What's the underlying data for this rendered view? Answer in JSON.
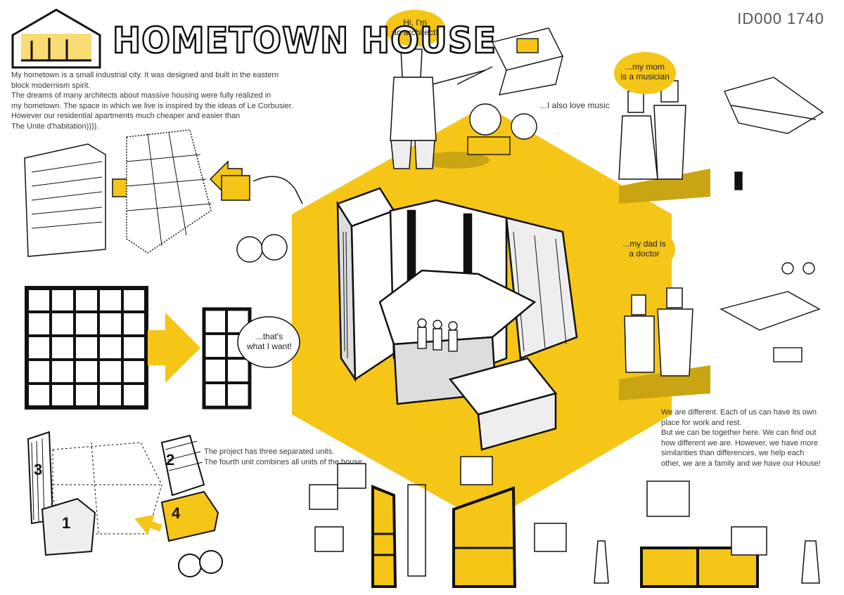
{
  "header": {
    "title": "HOMETOWN HOUSE",
    "id": "ID000  1740"
  },
  "intro": {
    "lines": [
      "My hometown is a small industrial city. It was designed and built in the eastern",
      "block modernism spirit.",
      "The dreams of many architects about massive housing were fully realized in",
      "my hometown. The space in which we live is inspired by the ideas of Le Corbusier.",
      "However our residential apartments much cheaper and easier than",
      "The Unite d'habitation))))."
    ]
  },
  "bubbles": {
    "architect": [
      "Hi, I'm",
      "an architect!"
    ],
    "music": "...I also love music",
    "mom": [
      "...my mom",
      "is a musician"
    ],
    "dad": [
      "...my dad is",
      "a doctor"
    ],
    "want": [
      "...that's",
      "what I want!"
    ]
  },
  "units_note": {
    "lines": [
      "The project has three separated units.",
      "The fourth unit combines all units of the house."
    ]
  },
  "unit_numbers": [
    "1",
    "2",
    "3",
    "4"
  ],
  "family_note": {
    "lines": [
      "We are different. Each of us can have its own",
      "place for work and rest.",
      "But we can be together here. We can find out",
      "how different we are. However, we have more",
      "similarities than differences, we help each",
      "other, we are a family and we have our House!"
    ]
  },
  "colors": {
    "accent": "#f5c518",
    "ink": "#111111",
    "text": "#3a3a3a"
  }
}
